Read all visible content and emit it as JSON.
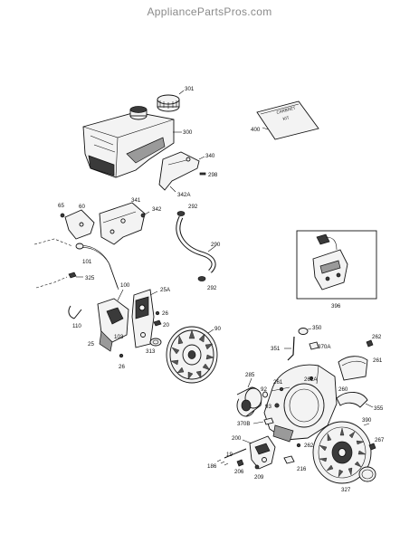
{
  "watermark": "AppliancePartsPros.com",
  "labels": {
    "p301": "301",
    "p300": "300",
    "p400": "400",
    "p340": "340",
    "p298": "298",
    "p342A": "342A",
    "p65": "65",
    "p60": "60",
    "p341": "341",
    "p342": "342",
    "p292a": "292",
    "p290": "290",
    "p292b": "292",
    "p101": "101",
    "p325": "325",
    "p100": "100",
    "p25A": "25A",
    "p110": "110",
    "p25": "25",
    "p103": "103",
    "p26a": "26",
    "p26b": "26",
    "p20": "20",
    "p313": "313",
    "p90": "90",
    "p396": "396",
    "p350": "350",
    "p351": "351",
    "p370A": "370A",
    "p262a": "262",
    "p261a": "261",
    "p285": "285",
    "p92": "92",
    "p261A": "261A",
    "p261b": "261",
    "p260": "260",
    "p355": "355",
    "p93": "93",
    "p370B": "370B",
    "p262b": "262",
    "p200": "200",
    "p19": "19",
    "p186": "186",
    "p206": "206",
    "p209": "209",
    "p216": "216",
    "p390": "390",
    "p267": "267",
    "p327": "327"
  },
  "decal": {
    "line1": "CARBRET",
    "line2": "KIT"
  }
}
